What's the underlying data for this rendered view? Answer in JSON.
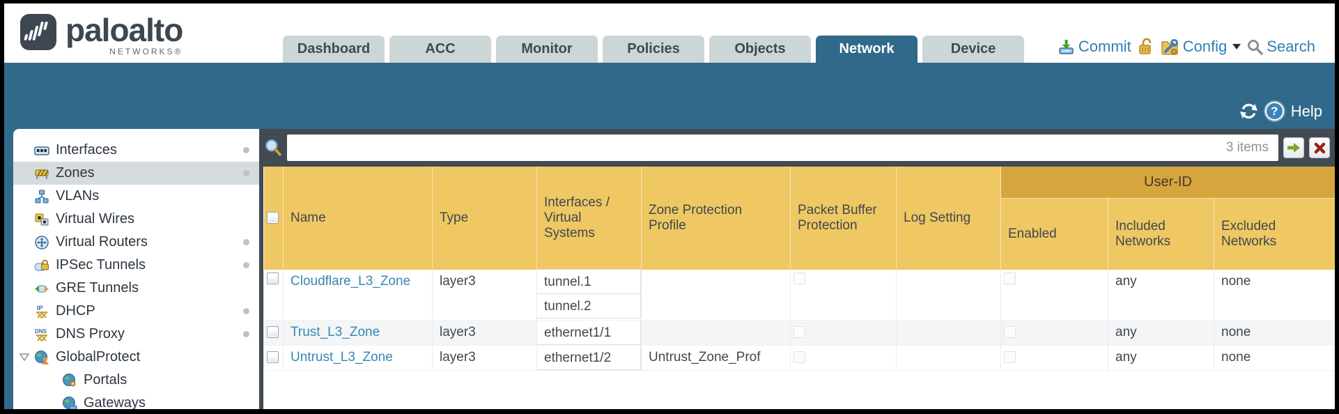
{
  "header": {
    "logo": {
      "title": "paloalto",
      "subtitle": "NETWORKS®"
    },
    "tabs": [
      {
        "label": "Dashboard"
      },
      {
        "label": "ACC"
      },
      {
        "label": "Monitor"
      },
      {
        "label": "Policies"
      },
      {
        "label": "Objects"
      },
      {
        "label": "Network",
        "active": true
      },
      {
        "label": "Device"
      }
    ],
    "utility": {
      "commit": "Commit",
      "config": "Config",
      "search": "Search"
    }
  },
  "band": {
    "help": "Help",
    "help_glyph": "?"
  },
  "sidebar": {
    "items": [
      {
        "label": "Interfaces",
        "icon": "interfaces-icon",
        "dot": true
      },
      {
        "label": "Zones",
        "icon": "zones-icon",
        "dot": true,
        "selected": true
      },
      {
        "label": "VLANs",
        "icon": "vlans-icon"
      },
      {
        "label": "Virtual Wires",
        "icon": "virtual-wires-icon"
      },
      {
        "label": "Virtual Routers",
        "icon": "virtual-routers-icon",
        "dot": true
      },
      {
        "label": "IPSec Tunnels",
        "icon": "ipsec-tunnels-icon",
        "dot": true
      },
      {
        "label": "GRE Tunnels",
        "icon": "gre-tunnels-icon"
      },
      {
        "label": "DHCP",
        "icon": "dhcp-icon",
        "icon_text": "IP",
        "dot": true
      },
      {
        "label": "DNS Proxy",
        "icon": "dns-proxy-icon",
        "icon_text": "DNS",
        "dot": true
      },
      {
        "label": "GlobalProtect",
        "icon": "globalprotect-icon",
        "expanded": true
      },
      {
        "label": "Portals",
        "icon": "portals-icon",
        "child": true
      },
      {
        "label": "Gateways",
        "icon": "gateways-icon",
        "child": true
      }
    ]
  },
  "toolbar": {
    "search_value": "",
    "items_count": "3 items"
  },
  "table": {
    "group_header": "User-ID",
    "columns": [
      "Name",
      "Type",
      "Interfaces / Virtual Systems",
      "Zone Protection Profile",
      "Packet Buffer Protection",
      "Log Setting",
      "Enabled",
      "Included Networks",
      "Excluded Networks"
    ],
    "rows": [
      {
        "name": "Cloudflare_L3_Zone",
        "type": "layer3",
        "interfaces": [
          "tunnel.1",
          "tunnel.2"
        ],
        "zone_protection_profile": "",
        "log_setting": "",
        "included_networks": "any",
        "excluded_networks": "none"
      },
      {
        "name": "Trust_L3_Zone",
        "type": "layer3",
        "interfaces": [
          "ethernet1/1"
        ],
        "zone_protection_profile": "",
        "log_setting": "",
        "included_networks": "any",
        "excluded_networks": "none"
      },
      {
        "name": "Untrust_L3_Zone",
        "type": "layer3",
        "interfaces": [
          "ethernet1/2"
        ],
        "zone_protection_profile": "Untrust_Zone_Prof",
        "log_setting": "",
        "included_networks": "any",
        "excluded_networks": "none"
      }
    ]
  },
  "colors": {
    "accent_teal": "#31698a",
    "header_gold": "#efc863",
    "group_gold": "#d7a53e",
    "link_blue": "#3787b2",
    "panel_dark": "#424a52",
    "tab_inactive": "#ccd6d6"
  }
}
